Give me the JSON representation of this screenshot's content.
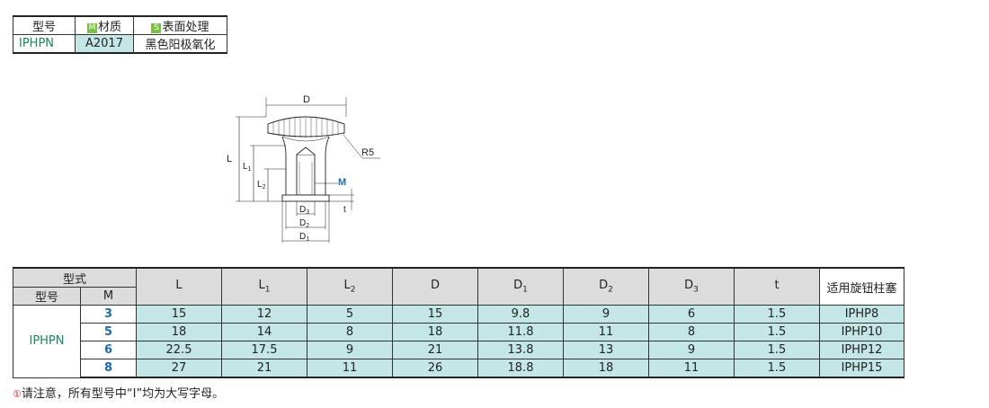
{
  "spec": {
    "headers": {
      "model": "型号",
      "material_badge": "M",
      "material": "材质",
      "surface_badge": "S",
      "surface": "表面处理"
    },
    "row": {
      "model": "IPHPN",
      "material": "A2017",
      "surface": "黑色阳极氧化"
    }
  },
  "drawing": {
    "labels": {
      "D": "D",
      "L": "L",
      "L1": "L1",
      "L2": "L2",
      "R5": "R5",
      "M": "M",
      "t": "t",
      "D1": "D1",
      "D2": "D2",
      "D3": "D3"
    }
  },
  "table": {
    "group_header": "型式",
    "model_header": "型号",
    "m_header": "M",
    "col_headers": [
      {
        "base": "L",
        "sub": ""
      },
      {
        "base": "L",
        "sub": "1"
      },
      {
        "base": "L",
        "sub": "2"
      },
      {
        "base": "D",
        "sub": ""
      },
      {
        "base": "D",
        "sub": "1"
      },
      {
        "base": "D",
        "sub": "2"
      },
      {
        "base": "D",
        "sub": "3"
      },
      {
        "base": "t",
        "sub": ""
      }
    ],
    "knob_header": "适用旋钮柱塞",
    "model": "IPHPN",
    "rows": [
      {
        "M": "3",
        "vals": [
          "15",
          "12",
          "5",
          "15",
          "9.8",
          "9",
          "6",
          "1.5"
        ],
        "knob": "IPHP8"
      },
      {
        "M": "5",
        "vals": [
          "18",
          "14",
          "8",
          "18",
          "11.8",
          "11",
          "8",
          "1.5"
        ],
        "knob": "IPHP10"
      },
      {
        "M": "6",
        "vals": [
          "22.5",
          "17.5",
          "9",
          "21",
          "13.8",
          "13",
          "9",
          "1.5"
        ],
        "knob": "IPHP12"
      },
      {
        "M": "8",
        "vals": [
          "27",
          "21",
          "11",
          "26",
          "18.8",
          "18",
          "11",
          "1.5"
        ],
        "knob": "IPHP15"
      }
    ]
  },
  "note": {
    "mark": "①",
    "text": "请注意，所有型号中“I”均为大写字母。"
  },
  "colors": {
    "cyan": "#c5e6e6",
    "header_gray": "#dcdcdc",
    "model_green": "#1a8a5a",
    "m_blue": "#1a6ab5",
    "badge_green": "#7ac143"
  }
}
